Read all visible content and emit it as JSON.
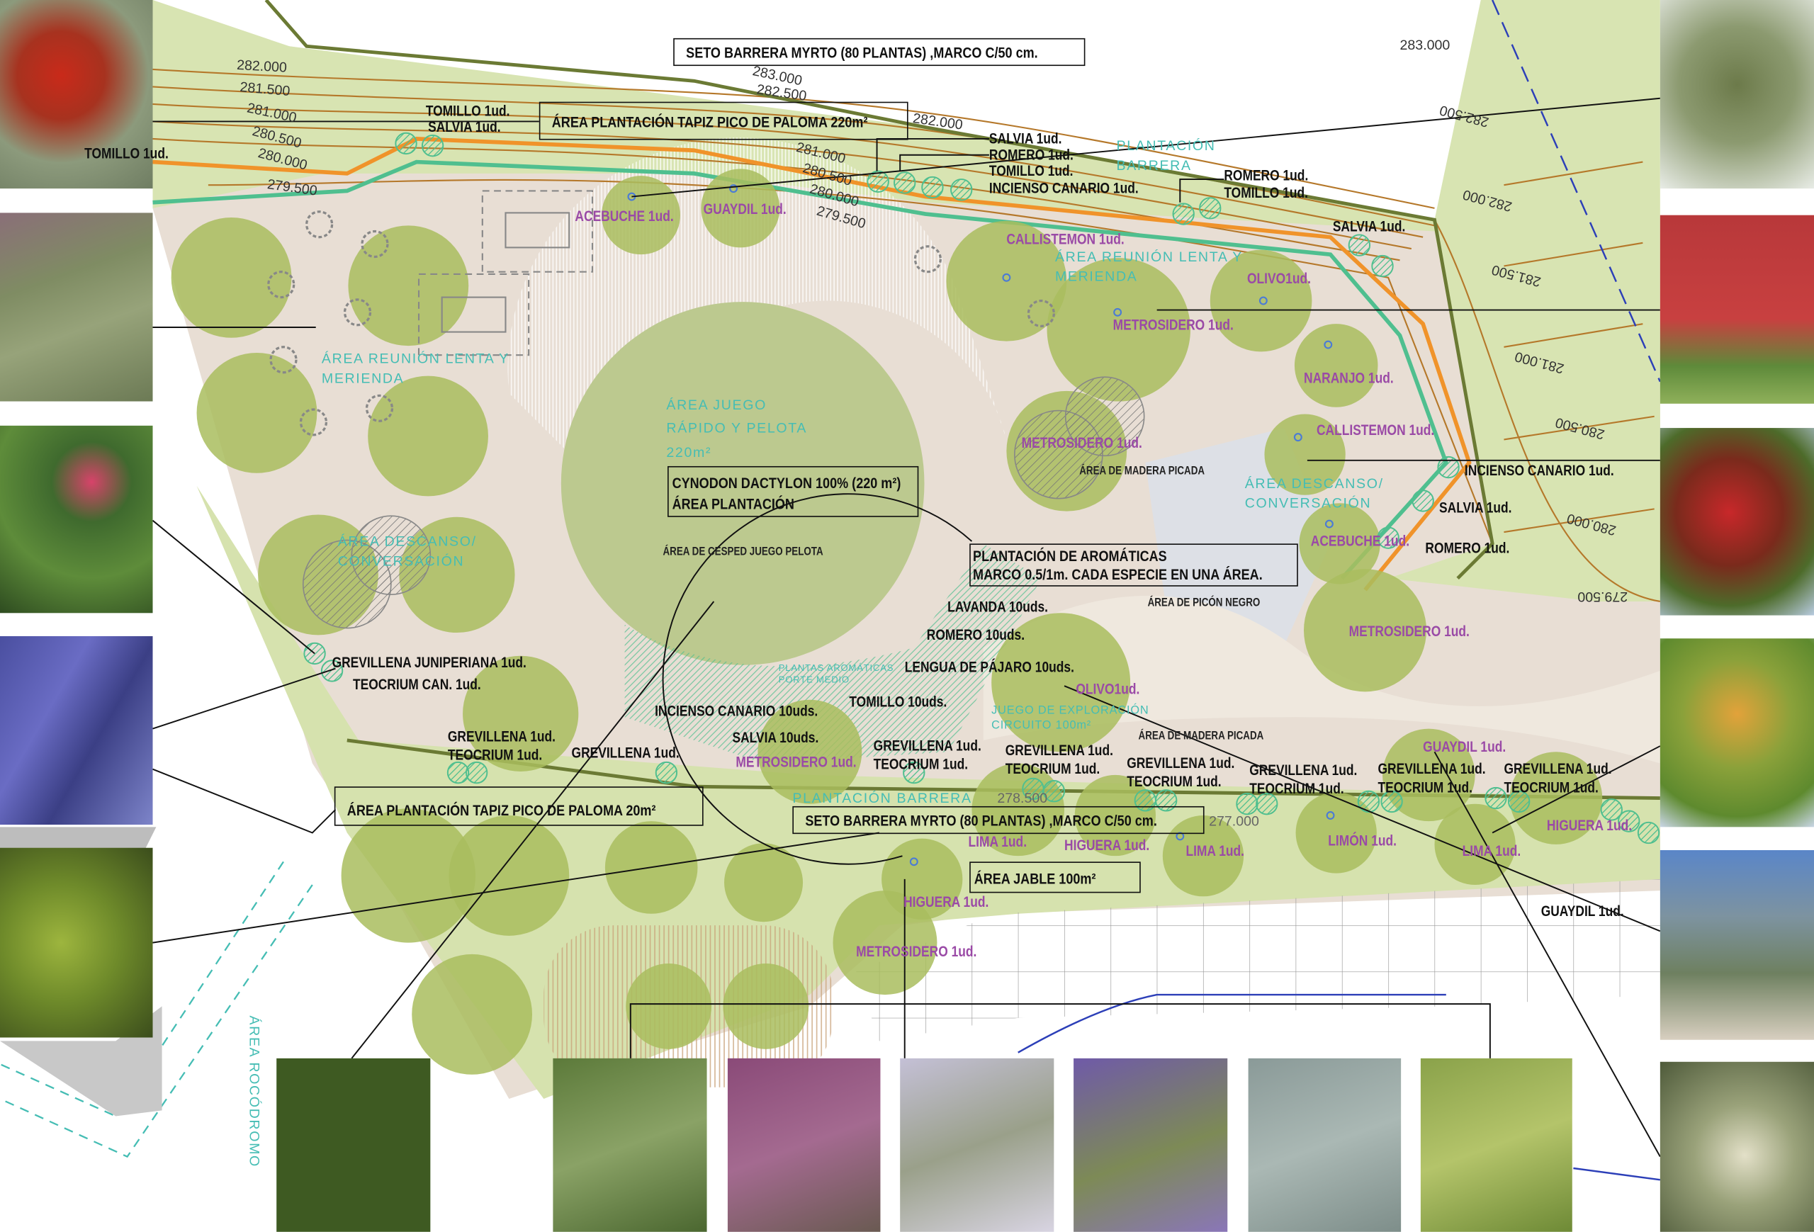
{
  "boxes": {
    "seto_top": "SETO BARRERA MYRTO (80 PLANTAS) ,MARCO C/50        cm.",
    "tapiz_220": "ÁREA PLANTACIÓN TAPIZ PICO DE PALOMA 220m²",
    "cynodon_1": "CYNODON DACTYLON 100% (220 m²)",
    "cynodon_2": "ÁREA PLANTACIÓN",
    "aromaticas_1": "PLANTACIÓN DE AROMÁTICAS",
    "aromaticas_2": "MARCO 0.5/1m. CADA ESPECIE EN UNA ÁREA.",
    "tapiz_20": "ÁREA PLANTACIÓN TAPIZ PICO DE PALOMA 20m²",
    "seto_bottom": "SETO BARRERA MYRTO (80 PLANTAS) ,MARCO C/50        cm.",
    "jable": "ÁREA JABLE 100m²"
  },
  "contours": [
    "282.000",
    "281.500",
    "281.000",
    "280.500",
    "280.000",
    "279.500",
    "283.000",
    "282.500",
    "282.000",
    "281.000",
    "280.500",
    "280.000",
    "279.500",
    "283.000",
    "282.500",
    "282.000",
    "281.500",
    "281.000",
    "280.500",
    "280.000",
    "279.500",
    "278.500",
    "277.000"
  ],
  "shrubs": [
    "TOMILLO 1ud.",
    "SALVIA 1ud.",
    "TOMILLO 1ud.",
    "SALVIA 1ud.",
    "ROMERO 1ud.",
    "TOMILLO 1ud.",
    "INCIENSO CANARIO 1ud.",
    "ROMERO 1ud.",
    "TOMILLO 1ud.",
    "SALVIA 1ud.",
    "INCIENSO CANARIO 1ud.",
    "SALVIA 1ud.",
    "ROMERO 1ud.",
    "GREVILLENA JUNIPERIANA 1ud.",
    "TEOCRIUM CAN. 1ud.",
    "LAVANDA 10uds.",
    "ROMERO 10uds.",
    "LENGUA DE PÁJARO 10uds.",
    "INCIENSO CANARIO 10uds.",
    "TOMILLO 10uds.",
    "SALVIA 10uds.",
    "GREVILLENA 1ud.",
    "GUAYDIL 1ud."
  ],
  "grevillena_pairs": [
    {
      "a": "GREVILLENA 1ud.",
      "b": "TEOCRIUM 1ud."
    },
    {
      "a": "GREVILLENA 1ud.",
      "b": "TEOCRIUM 1ud."
    },
    {
      "a": "GREVILLENA 1ud.",
      "b": "TEOCRIUM 1ud."
    },
    {
      "a": "GREVILLENA 1ud.",
      "b": "TEOCRIUM 1ud."
    },
    {
      "a": "GREVILLENA 1ud.",
      "b": "TEOCRIUM 1ud."
    },
    {
      "a": "GREVILLENA 1ud.",
      "b": "TEOCRIUM 1ud."
    },
    {
      "a": "GREVILLENA 1ud.",
      "b": "TEOCRIUM 1ud."
    }
  ],
  "trees": [
    "ACEBUCHE 1ud.",
    "GUAYDIL 1ud.",
    "CALLISTEMON 1ud.",
    "OLIVO1ud.",
    "METROSIDERO 1ud.",
    "NARANJO 1ud.",
    "METROSIDERO 1ud.",
    "CALLISTEMON 1ud.",
    "ACEBUCHE 1ud.",
    "METROSIDERO 1ud.",
    "OLIVO1ud.",
    "METROSIDERO 1ud.",
    "GUAYDIL 1ud.",
    "LIMA 1ud.",
    "HIGUERA 1ud.",
    "LIMA 1ud.",
    "LIMÓN 1ud.",
    "LIMA 1ud.",
    "HIGUERA 1ud.",
    "HIGUERA 1ud.",
    "METROSIDERO 1ud."
  ],
  "areas": {
    "plantacion_barrera_top": [
      "PLANTACIÓN",
      "BARRERA"
    ],
    "reunion_right": [
      "ÁREA REUNIÓN LENTA Y",
      "MERIENDA"
    ],
    "reunion_left": [
      "ÁREA REUNIÓN LENTA Y",
      "MERIENDA"
    ],
    "juego": [
      "ÁREA JUEGO",
      "RÁPIDO Y PELOTA",
      "220m²"
    ],
    "descanso_right": [
      "ÁREA DESCANSO/",
      "CONVERSACIÓN"
    ],
    "descanso_left": [
      "ÁREA DESCANSO/",
      "CONVERSACIÓN"
    ],
    "aromaticas_medio": [
      "PLANTAS AROMÁTICAS",
      "PORTE MEDIO"
    ],
    "exploracion": [
      "JUEGO DE EXPLORACIÓN",
      "CIRCUITO 100m²"
    ],
    "plantacion_barrera_bottom": "PLANTACIÓN BARRERA",
    "rocodromo": "ÁREA ROCÓDROMO"
  },
  "surfaces": {
    "madera_1": "ÁREA DE MADERA PICADA",
    "cesped": "ÁREA DE CESPED JUEGO PELOTA",
    "picon": "ÁREA DE PICÓN NEGRO",
    "madera_2": "ÁREA DE MADERA PICADA"
  },
  "colors": {
    "tree_canopy": "#a9bd5e",
    "slope_band": "#d9e4b4",
    "ground": "#e7ddd3",
    "contour": "#b5782a",
    "path_orange": "#f0932a",
    "path_teal": "#4fbf8f",
    "label_tree": "#9a4aa6",
    "label_area": "#45bdb4"
  }
}
